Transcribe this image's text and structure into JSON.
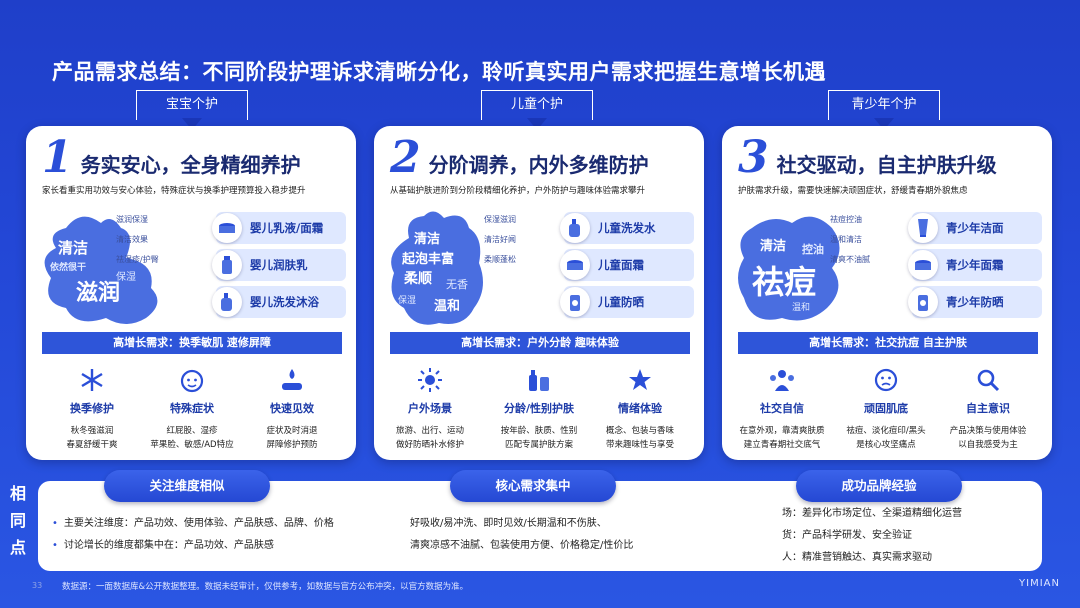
{
  "title": "产品需求总结：不同阶段护理诉求清晰分化，聆听真实用户需求把握生意增长机遇",
  "stages": [
    {
      "tag": "宝宝个护",
      "number": "1",
      "title": "务实安心，全身精细养护",
      "desc": "家长看重实用功效与安心体验，特殊症状与换季护理预算投入稳步提升",
      "cloud_words": [
        "滋润",
        "清洁",
        "依然很干",
        "保湿"
      ],
      "cloud_tags": [
        "滋润保湿",
        "清洁效果",
        "祛湿疹/护臀"
      ],
      "products": [
        {
          "icon": "cream-jar-icon",
          "label": "婴儿乳液/面霜"
        },
        {
          "icon": "lotion-bottle-icon",
          "label": "婴儿润肤乳"
        },
        {
          "icon": "shampoo-bottle-icon",
          "label": "婴儿洗发沐浴"
        }
      ],
      "need": "高增长需求：换季敏肌 速修屏障",
      "features": [
        {
          "icon": "snowflake-icon",
          "name": "换季修护",
          "desc1": "秋冬强滋润",
          "desc2": "春夏舒缓干爽"
        },
        {
          "icon": "baby-face-icon",
          "name": "特殊症状",
          "desc1": "红屁股、湿疹",
          "desc2": "苹果脸、敏感/AD特应"
        },
        {
          "icon": "hand-drop-icon",
          "name": "快速见效",
          "desc1": "症状及时消退",
          "desc2": "屏障修护预防"
        }
      ]
    },
    {
      "tag": "儿童个护",
      "number": "2",
      "title": "分阶调养，内外多维防护",
      "desc": "从基础护肤进阶到分阶段精细化养护，户外防护与趣味体验需求攀升",
      "cloud_words": [
        "清洁",
        "起泡丰富",
        "柔顺",
        "无香",
        "温和",
        "保湿"
      ],
      "cloud_tags": [
        "保湿滋润",
        "清洁好闻",
        "柔顺蓬松"
      ],
      "products": [
        {
          "icon": "shampoo-bottle-icon",
          "label": "儿童洗发水"
        },
        {
          "icon": "cream-jar-icon",
          "label": "儿童面霜"
        },
        {
          "icon": "sunscreen-icon",
          "label": "儿童防晒"
        }
      ],
      "need": "高增长需求：户外分龄 趣味体验",
      "features": [
        {
          "icon": "sun-icon",
          "name": "户外场景",
          "desc1": "旅游、出行、运动",
          "desc2": "做好防晒补水修护"
        },
        {
          "icon": "bottle-pair-icon",
          "name": "分龄/性别护肤",
          "desc1": "按年龄、肤质、性别",
          "desc2": "匹配专属护肤方案"
        },
        {
          "icon": "star-hand-icon",
          "name": "情绪体验",
          "desc1": "概念、包装与香味",
          "desc2": "带来趣味性与享受"
        }
      ]
    },
    {
      "tag": "青少年个护",
      "number": "3",
      "title": "社交驱动，自主护肤升级",
      "desc": "护肤需求升级，需要快速解决顽固症状，舒缓青春期外貌焦虑",
      "cloud_words": [
        "祛痘",
        "清洁",
        "控油",
        "温和"
      ],
      "cloud_tags": [
        "祛痘控油",
        "温和清洁",
        "清爽不油腻"
      ],
      "products": [
        {
          "icon": "cleanser-tube-icon",
          "label": "青少年洁面"
        },
        {
          "icon": "cream-jar-icon",
          "label": "青少年面霜"
        },
        {
          "icon": "sunscreen-icon",
          "label": "青少年防晒"
        }
      ],
      "need": "高增长需求：社交抗痘 自主护肤",
      "features": [
        {
          "icon": "people-icon",
          "name": "社交自信",
          "desc1": "在意外观，靠清爽肤质",
          "desc2": "建立青春期社交底气"
        },
        {
          "icon": "sad-face-icon",
          "name": "顽固肌底",
          "desc1": "祛痘、淡化痘印/黑头",
          "desc2": "是核心攻坚痛点"
        },
        {
          "icon": "magnifier-icon",
          "name": "自主意识",
          "desc1": "产品决策与使用体验",
          "desc2": "以自我感受为主"
        }
      ]
    }
  ],
  "side_label": [
    "相",
    "同",
    "点"
  ],
  "bottom": {
    "pills": [
      "关注维度相似",
      "核心需求集中",
      "成功品牌经验"
    ],
    "left": [
      "主要关注维度：产品功效、使用体验、产品肤感、品牌、价格",
      "讨论增长的维度都集中在：产品功效、产品肤感"
    ],
    "middle": [
      "好吸收/易冲洗、即时见效/长期温和不伤肤、",
      "清爽凉感不油腻、包装使用方便、价格稳定/性价比"
    ],
    "right": [
      "场：差异化市场定位、全渠道精细化运营",
      "货：产品科学研发、安全验证",
      "人：精准营销触达、真实需求驱动"
    ]
  },
  "footer": "数据源：一面数据库&公开数据整理。数据未经审计，仅供参考，如数据与官方公布冲突，以官方数据为准。",
  "page_number": "33",
  "logo": "YIMIAN",
  "colors": {
    "accent": "#2b4fd8",
    "background": "#2347d6",
    "light": "#dfe8ff"
  }
}
